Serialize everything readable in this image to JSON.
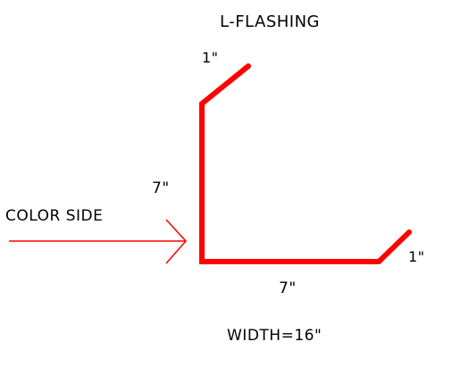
{
  "diagram": {
    "title": "L-FLASHING",
    "labels": {
      "top_lip": "1\"",
      "vertical_leg": "7\"",
      "horizontal_leg": "7\"",
      "right_lip": "1\"",
      "color_side": "COLOR SIDE",
      "width": "WIDTH=16\""
    },
    "colors": {
      "profile": "#ff0000",
      "arrow": "#ff0000",
      "text": "#000000"
    }
  }
}
